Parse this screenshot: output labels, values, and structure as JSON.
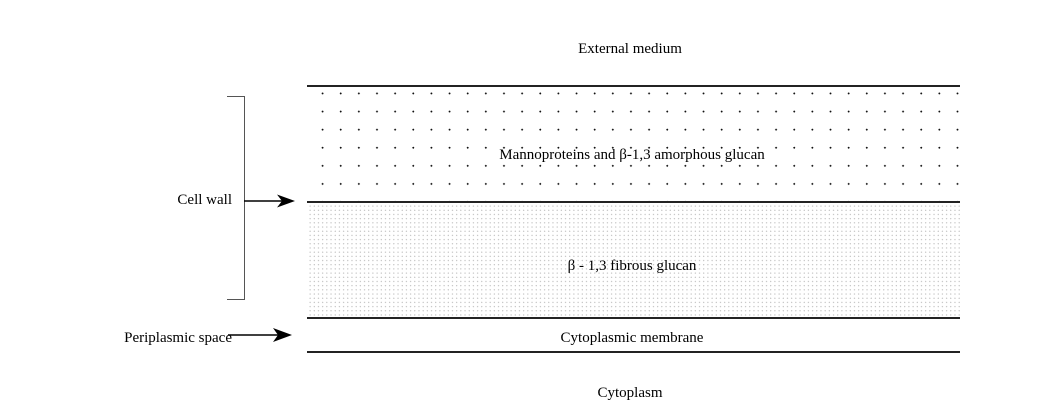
{
  "diagram": {
    "title_context": "Fungal / yeast cell wall architecture cross-section",
    "labels": {
      "external_medium": "External medium",
      "cell_wall": "Cell wall",
      "amorphous_layer": "Mannoproteins and β-1,3 amorphous glucan",
      "fibrous_layer": "β - 1,3 fibrous glucan",
      "periplasmic_space": "Periplasmic space",
      "cytoplasmic_membrane": "Cytoplasmic membrane",
      "cytoplasm": "Cytoplasm"
    },
    "colors": {
      "background": "#ffffff",
      "text": "#000000",
      "rule": "#232323",
      "bracket": "#555555",
      "coarse_dot": "#111111",
      "fine_dot": "#b9b9b9"
    },
    "icons": {
      "cell_wall_arrow": "arrow-right-icon",
      "periplasmic_arrow": "arrow-right-icon",
      "cell_wall_bracket": "bracket-icon"
    }
  }
}
